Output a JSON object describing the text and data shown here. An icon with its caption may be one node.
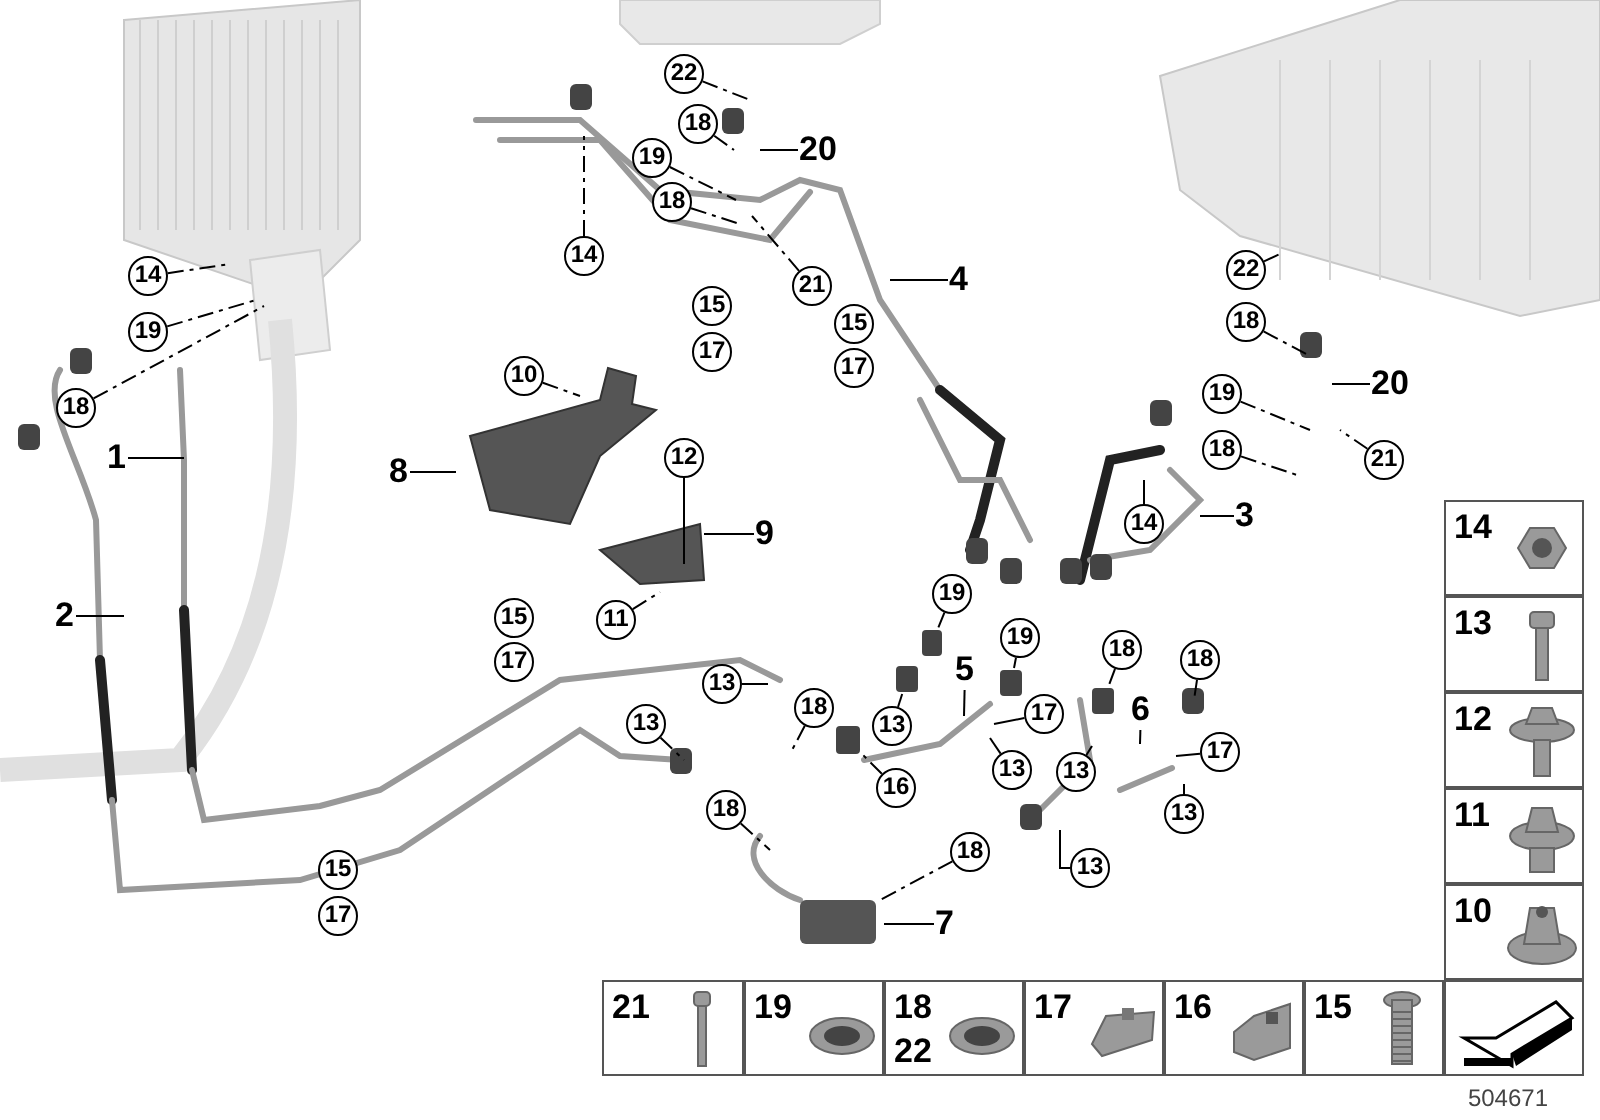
{
  "diagram": {
    "nodes": [
      {
        "text": [
          "14"
        ]
      },
      {
        "text": [
          "19"
        ]
      },
      {
        "text": [
          "18"
        ]
      },
      {
        "text": [
          "1"
        ]
      },
      {
        "text": [
          "2"
        ]
      },
      {
        "text": [
          "22"
        ]
      },
      {
        "text": [
          "18"
        ]
      },
      {
        "text": [
          "20"
        ]
      },
      {
        "text": [
          "19"
        ]
      },
      {
        "text": [
          "18"
        ]
      },
      {
        "text": [
          "14"
        ]
      },
      {
        "text": [
          "21"
        ]
      },
      {
        "text": [
          "4"
        ]
      },
      {
        "text": [
          "10"
        ]
      },
      {
        "text": [
          "8"
        ]
      },
      {
        "text": [
          "12"
        ]
      },
      {
        "text": [
          "9"
        ]
      },
      {
        "text": [
          "22"
        ]
      },
      {
        "text": [
          "18"
        ]
      },
      {
        "text": [
          "20"
        ]
      },
      {
        "text": [
          "19"
        ]
      },
      {
        "text": [
          "18"
        ]
      },
      {
        "text": [
          "21"
        ]
      },
      {
        "text": [
          "14"
        ]
      },
      {
        "text": [
          "3"
        ]
      },
      {
        "text": [
          "11"
        ]
      },
      {
        "text": [
          "19"
        ]
      },
      {
        "text": [
          "19"
        ]
      },
      {
        "text": [
          "18"
        ]
      },
      {
        "text": [
          "18"
        ]
      },
      {
        "text": [
          "5"
        ]
      },
      {
        "text": [
          "13"
        ]
      },
      {
        "text": [
          "18"
        ]
      },
      {
        "text": [
          "6"
        ]
      },
      {
        "text": [
          "13"
        ]
      },
      {
        "text": [
          "17"
        ]
      },
      {
        "text": [
          "13"
        ]
      },
      {
        "text": [
          "17"
        ]
      },
      {
        "text": [
          "13"
        ]
      },
      {
        "text": [
          "13"
        ]
      },
      {
        "text": [
          "16"
        ]
      },
      {
        "text": [
          "18"
        ]
      },
      {
        "text": [
          "13"
        ]
      },
      {
        "text": [
          "18"
        ]
      },
      {
        "text": [
          "13"
        ]
      },
      {
        "text": [
          "7"
        ]
      },
      {
        "text": [
          "15"
        ]
      },
      {
        "text": [
          "17"
        ]
      },
      {
        "text": [
          "15"
        ]
      },
      {
        "text": [
          "17"
        ]
      },
      {
        "text": [
          "15"
        ]
      },
      {
        "text": [
          "17"
        ]
      },
      {
        "text": [
          "15"
        ]
      },
      {
        "text": [
          "17"
        ]
      },
      {
        "text": [],
        "shape": "picture"
      },
      {
        "text": [],
        "shape": "box"
      },
      {
        "text": [],
        "shape": "box"
      },
      {
        "text": [],
        "shape": "box"
      },
      {
        "text": [],
        "shape": "box"
      },
      {
        "text": [],
        "shape": "box"
      }
    ],
    "edges": [
      {
        "from": 0,
        "to": null,
        "arrow": "none",
        "style": "dashed"
      },
      {
        "from": 1,
        "to": null,
        "arrow": "none",
        "style": "dashed"
      },
      {
        "from": 2,
        "to": null,
        "arrow": "none",
        "style": "dashed"
      },
      {
        "from": 3,
        "to": null,
        "arrow": "none"
      },
      {
        "from": 4,
        "to": null,
        "arrow": "none"
      },
      {
        "from": 5,
        "to": null,
        "arrow": "none",
        "style": "dashed"
      },
      {
        "from": 6,
        "to": null,
        "arrow": "none",
        "style": "dashed"
      },
      {
        "from": 7,
        "to": null,
        "arrow": "none"
      },
      {
        "from": 8,
        "to": null,
        "arrow": "none",
        "style": "dashed"
      },
      {
        "from": 9,
        "to": null,
        "arrow": "none",
        "style": "dashed"
      },
      {
        "from": 10,
        "to": null,
        "arrow": "none",
        "style": "dashed"
      },
      {
        "from": 11,
        "to": null,
        "arrow": "none",
        "style": "dashed"
      },
      {
        "from": 12,
        "to": null,
        "arrow": "none"
      },
      {
        "from": 13,
        "to": null,
        "arrow": "none",
        "style": "dashed"
      },
      {
        "from": 14,
        "to": null,
        "arrow": "none"
      },
      {
        "from": 15,
        "to": null,
        "arrow": "none"
      },
      {
        "from": 16,
        "to": null,
        "arrow": "none"
      },
      {
        "from": 17,
        "to": 54,
        "arrow": "none",
        "style": "dashed"
      },
      {
        "from": 18,
        "to": null,
        "arrow": "none",
        "style": "dashed"
      },
      {
        "from": 19,
        "to": null,
        "arrow": "none"
      },
      {
        "from": 20,
        "to": null,
        "arrow": "none",
        "style": "dashed"
      },
      {
        "from": 21,
        "to": null,
        "arrow": "none",
        "style": "dashed"
      },
      {
        "from": 22,
        "to": null,
        "arrow": "none",
        "style": "dashed"
      },
      {
        "from": 23,
        "to": null,
        "arrow": "none"
      },
      {
        "from": 24,
        "to": null,
        "arrow": "none"
      },
      {
        "from": 25,
        "to": null,
        "arrow": "none",
        "style": "dashed"
      },
      {
        "from": 26,
        "to": 55,
        "arrow": "none",
        "style": "dashed"
      },
      {
        "from": 27,
        "to": 56,
        "arrow": "none",
        "style": "dashed"
      },
      {
        "from": 28,
        "to": 57,
        "arrow": "none",
        "style": "dashed"
      },
      {
        "from": 29,
        "to": null,
        "arrow": "none",
        "style": "dashed"
      },
      {
        "from": 30,
        "to": null,
        "arrow": "none"
      },
      {
        "from": 31,
        "to": null,
        "arrow": "none"
      },
      {
        "from": 32,
        "to": null,
        "arrow": "none",
        "style": "dashed"
      },
      {
        "from": 33,
        "to": null,
        "arrow": "none"
      },
      {
        "from": 34,
        "to": 58,
        "arrow": "none"
      },
      {
        "from": 35,
        "to": null,
        "arrow": "none"
      },
      {
        "from": 36,
        "to": null,
        "arrow": "none",
        "style": "dashed"
      },
      {
        "from": 37,
        "to": null,
        "arrow": "none"
      },
      {
        "from": 38,
        "to": null,
        "arrow": "none"
      },
      {
        "from": 39,
        "to": null,
        "arrow": "none"
      },
      {
        "from": 40,
        "to": 59,
        "arrow": "none",
        "style": "dashed"
      },
      {
        "from": 41,
        "to": null,
        "arrow": "none",
        "style": "dashed"
      },
      {
        "from": 42,
        "to": null,
        "arrow": "none"
      },
      {
        "from": 43,
        "to": null,
        "arrow": "none",
        "style": "dashed"
      },
      {
        "from": 44,
        "to": null,
        "arrow": "none"
      },
      {
        "from": 45,
        "to": null,
        "arrow": "none"
      }
    ],
    "labels": [
      "14",
      "13",
      "12",
      "11",
      "10",
      "21",
      "19",
      "18",
      "22",
      "17",
      "16",
      "15",
      "504671"
    ]
  }
}
